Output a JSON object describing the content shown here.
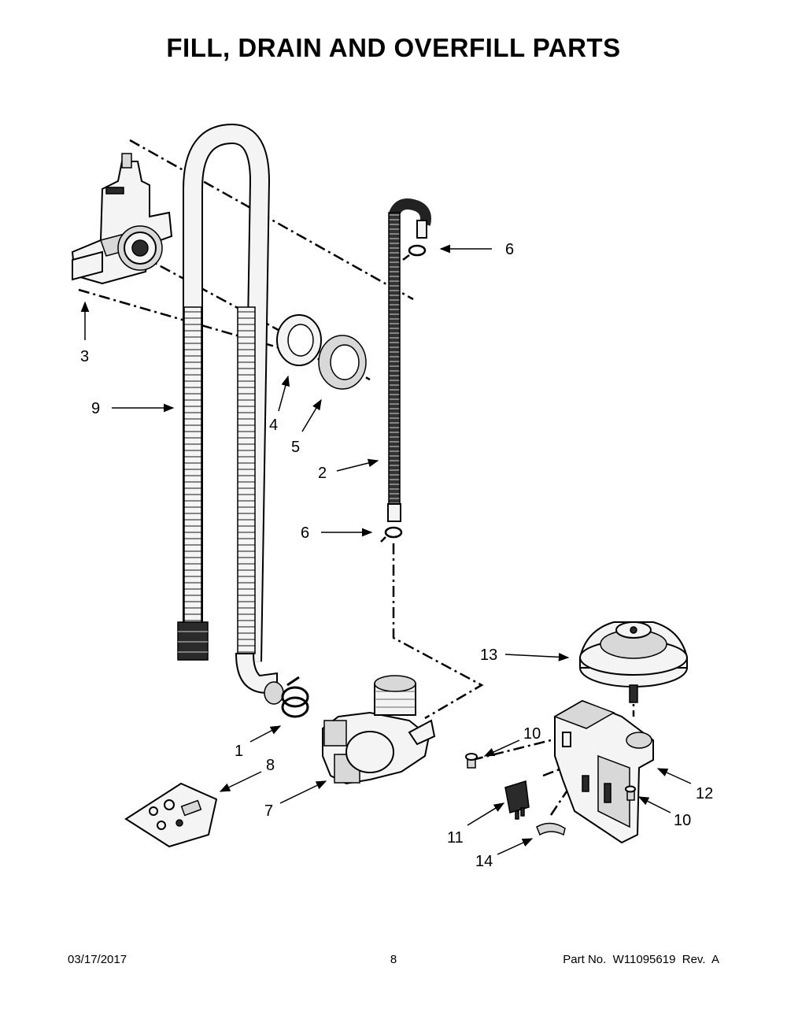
{
  "title": "FILL, DRAIN AND OVERFILL PARTS",
  "callouts": {
    "c1": "1",
    "c2": "2",
    "c3": "3",
    "c4": "4",
    "c5": "5",
    "c6a": "6",
    "c6b": "6",
    "c7": "7",
    "c8": "8",
    "c9": "9",
    "c10a": "10",
    "c10b": "10",
    "c11": "11",
    "c12": "12",
    "c13": "13",
    "c14": "14"
  },
  "footer": {
    "date": "03/17/2017",
    "page": "8",
    "part": "Part No.  W11095619  Rev.  A"
  }
}
